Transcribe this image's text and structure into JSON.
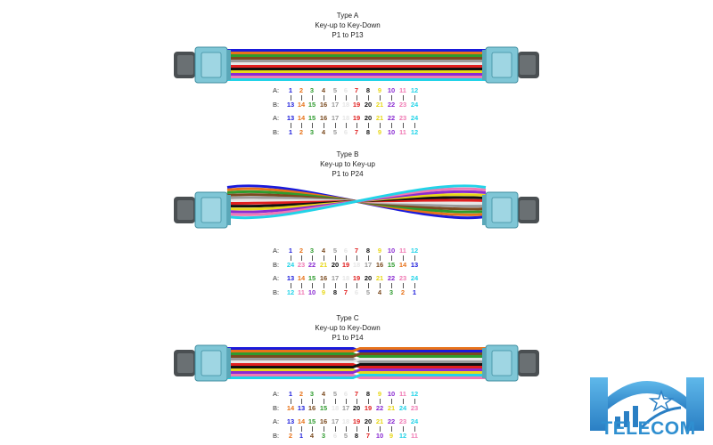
{
  "sections": [
    {
      "id": "A",
      "title": "Type A",
      "subtitle": "Key-up to Key-Down",
      "mapping": "P1 to P13",
      "table1": {
        "a_label": "A:",
        "b_label": "B:",
        "a": [
          "1",
          "2",
          "3",
          "4",
          "5",
          "6",
          "7",
          "8",
          "9",
          "10",
          "11",
          "12"
        ],
        "b": [
          "13",
          "14",
          "15",
          "16",
          "17",
          "18",
          "19",
          "20",
          "21",
          "22",
          "23",
          "24"
        ]
      },
      "table2": {
        "a_label": "A:",
        "b_label": "B:",
        "a": [
          "13",
          "14",
          "15",
          "16",
          "17",
          "18",
          "19",
          "20",
          "21",
          "22",
          "23",
          "24"
        ],
        "b": [
          "1",
          "2",
          "3",
          "4",
          "5",
          "6",
          "7",
          "8",
          "9",
          "10",
          "11",
          "12"
        ]
      }
    },
    {
      "id": "B",
      "title": "Type B",
      "subtitle": "Key-up to Key-up",
      "mapping": "P1 to P24",
      "table1": {
        "a_label": "A:",
        "b_label": "B:",
        "a": [
          "1",
          "2",
          "3",
          "4",
          "5",
          "6",
          "7",
          "8",
          "9",
          "10",
          "11",
          "12"
        ],
        "b": [
          "24",
          "23",
          "22",
          "21",
          "20",
          "19",
          "18",
          "17",
          "16",
          "15",
          "14",
          "13"
        ]
      },
      "table2": {
        "a_label": "A:",
        "b_label": "B:",
        "a": [
          "13",
          "14",
          "15",
          "16",
          "17",
          "18",
          "19",
          "20",
          "21",
          "22",
          "23",
          "24"
        ],
        "b": [
          "12",
          "11",
          "10",
          "9",
          "8",
          "7",
          "6",
          "5",
          "4",
          "3",
          "2",
          "1"
        ]
      }
    },
    {
      "id": "C",
      "title": "Type C",
      "subtitle": "Key-up to Key-Down",
      "mapping": "P1 to P14",
      "table1": {
        "a_label": "A:",
        "b_label": "B:",
        "a": [
          "1",
          "2",
          "3",
          "4",
          "5",
          "6",
          "7",
          "8",
          "9",
          "10",
          "11",
          "12"
        ],
        "b": [
          "14",
          "13",
          "16",
          "15",
          "18",
          "17",
          "20",
          "19",
          "22",
          "21",
          "24",
          "23"
        ]
      },
      "table2": {
        "a_label": "A:",
        "b_label": "B:",
        "a": [
          "13",
          "14",
          "15",
          "16",
          "17",
          "18",
          "19",
          "20",
          "21",
          "22",
          "23",
          "24"
        ],
        "b": [
          "2",
          "1",
          "4",
          "3",
          "6",
          "5",
          "8",
          "7",
          "10",
          "9",
          "12",
          "11"
        ]
      }
    }
  ],
  "fiber_colors": [
    "#1a1adb",
    "#e8731a",
    "#2e9b2e",
    "#7a4a1f",
    "#9a9a9a",
    "#e6e6e6",
    "#e01f1f",
    "#111111",
    "#e8d81a",
    "#8a2bd2",
    "#f07ab4",
    "#22d3e8"
  ],
  "connector_color": "#7fc6d6",
  "boot_color": "#4a4f52",
  "logo": {
    "text": "TELECOM",
    "color": "#2f8fd0"
  }
}
